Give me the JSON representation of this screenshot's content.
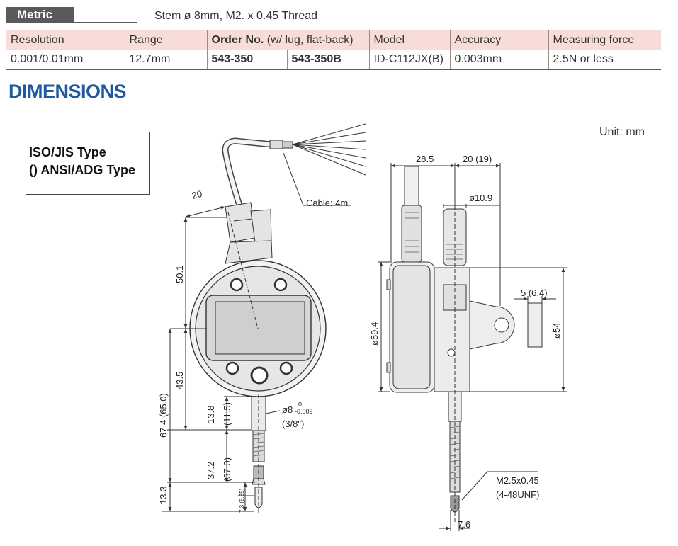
{
  "header": {
    "metric_label": "Metric",
    "stem_note": "Stem ø 8mm, M2. x 0.45 Thread"
  },
  "spec_table": {
    "columns": {
      "resolution": "Resolution",
      "range": "Range",
      "order_bold": "Order No.",
      "order_note": " (w/ lug, flat-back)",
      "model": "Model",
      "accuracy": "Accuracy",
      "force": "Measuring force"
    },
    "row": {
      "resolution": "0.001/0.01mm",
      "range": "12.7mm",
      "order_no_1": "543-350",
      "order_no_2": "543-350B",
      "model": "ID-C112JX(B)",
      "accuracy": "0.003mm",
      "force": "2.5N or less"
    }
  },
  "section_title": "DIMENSIONS",
  "drawing": {
    "type_line_1": "ISO/JIS Type",
    "type_line_2": "() ANSI/ADG Type",
    "unit": "Unit: mm",
    "labels": {
      "cable": "Cable: 4m",
      "d20": "20",
      "d50_1": "50.1",
      "d43_5": "43.5",
      "d13_8": "13.8",
      "d11_5": "(11.5)",
      "stem_dia": "ø8",
      "stem_tol_up": "0",
      "stem_tol_low": "-0.009",
      "stem_inch": "(3/8\")",
      "d67_4": "67.4 (65.0)",
      "d37_2": "37.2",
      "d37_0": "(37.0)",
      "d13_3": "13.3",
      "d7_3": "7.3 (6.35)",
      "d28_5": "28.5",
      "d20_19": "20 (19)",
      "d10_9": "ø10.9",
      "d59_4": "ø59.4",
      "d5_6_4": "5 (6.4)",
      "d54": "ø54",
      "thread": "M2.5x0.45",
      "thread_unf": "(4-48UNF)",
      "d7_6": "7.6"
    }
  },
  "colors": {
    "tag_bg": "#5a5a5a",
    "header_row_bg": "#f7dcd7",
    "title_blue": "#1f5aa0",
    "body_fill": "#e6e6e6",
    "display_fill": "#d0d0d0"
  }
}
